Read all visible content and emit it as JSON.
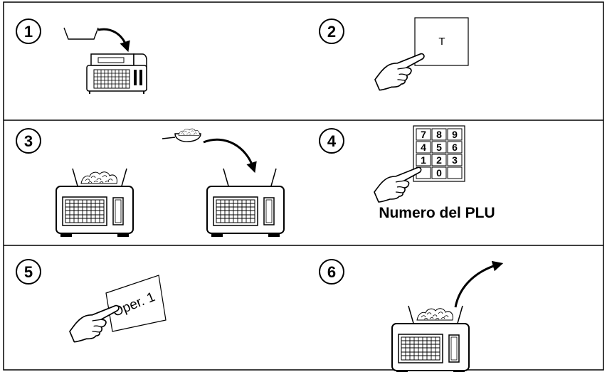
{
  "steps": [
    {
      "number": "1"
    },
    {
      "number": "2",
      "key_label": "T"
    },
    {
      "number": "3"
    },
    {
      "number": "4",
      "keypad": [
        "7",
        "8",
        "9",
        "4",
        "5",
        "6",
        "1",
        "2",
        "3",
        "",
        "0",
        ""
      ],
      "caption": "Numero del PLU"
    },
    {
      "number": "5",
      "key_label": "Oper. 1"
    },
    {
      "number": "6"
    }
  ]
}
